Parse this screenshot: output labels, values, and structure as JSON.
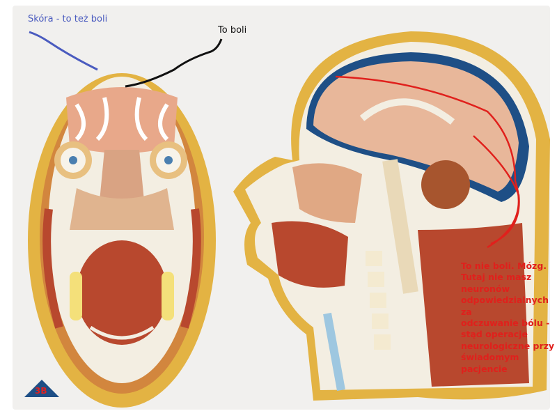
{
  "annotations": {
    "skin_label": "Skóra - to też boli",
    "pain_label": "To boli",
    "brain_label_lines": [
      "To nie boli. Mózg.",
      "Tutaj nie masz",
      "neuronów",
      "odpowiedzialnych za",
      "odczuwanie bólu -",
      "stąd operacje",
      "neurologiczne przy",
      "świadomym pacjencie"
    ]
  },
  "logo": {
    "text": "3B"
  },
  "colors": {
    "skin_line": "#4a5bbf",
    "pain_line": "#111111",
    "brain_line": "#e0201c",
    "model_yellow": "#e3b343",
    "bone": "#f3eee2",
    "brain": "#e8b79a",
    "muscle": "#b8482e"
  }
}
